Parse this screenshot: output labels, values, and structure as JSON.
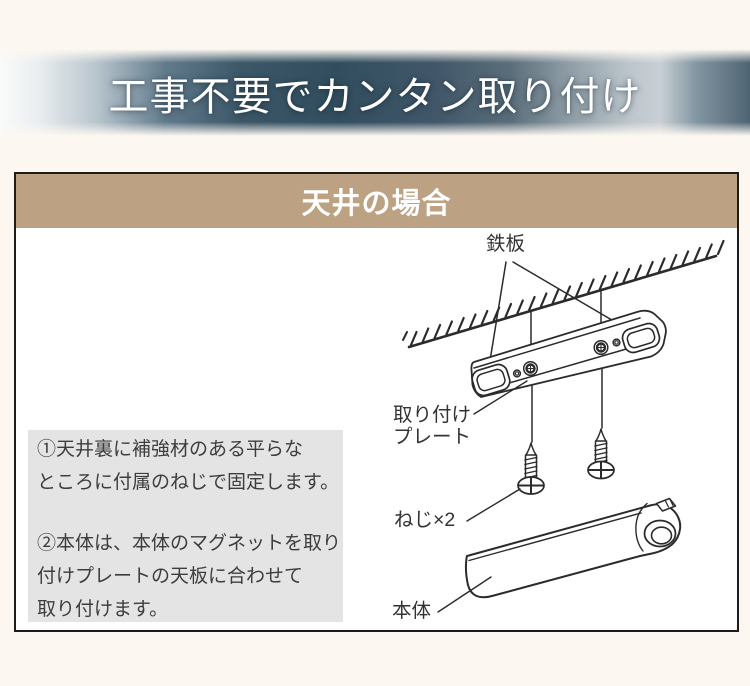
{
  "banner": {
    "title": "工事不要でカンタン取り付け"
  },
  "section": {
    "title": "天井の場合",
    "steps": {
      "step1": "①天井裏に補強材のある平らな\nところに付属のねじで固定します。",
      "step2": "②本体は、本体のマグネットを取り\n付けプレートの天板に合わせて\n取り付けます。"
    },
    "diagram_labels": {
      "iron_plate": "鉄板",
      "mounting_plate": "取り付け\nプレート",
      "screws": "ねじ×2",
      "main_unit": "本体"
    }
  },
  "colors": {
    "banner_gradient_dark": "#324e5e",
    "banner_gradient_light": "#fafbfa",
    "section_header_bg": "#bca183",
    "section_header_text": "#ffffff",
    "page_bg": "#fcf8f1",
    "instruction_box_bg": "#e4e4e4",
    "line_art_ink": "#2b2b2b",
    "body_text": "#3d3d3d"
  }
}
